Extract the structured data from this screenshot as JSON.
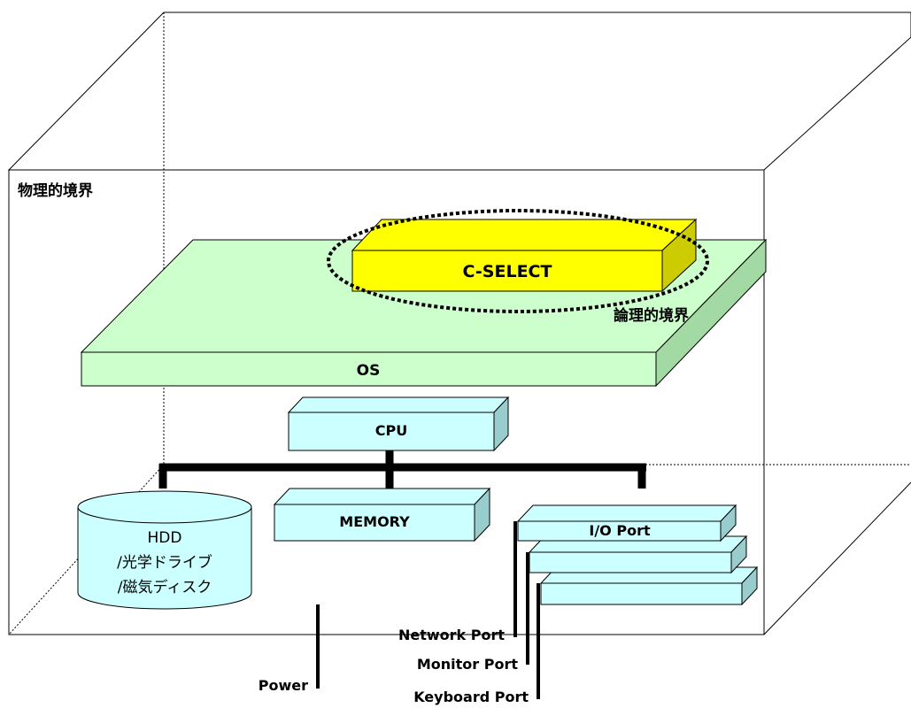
{
  "labels": {
    "physical_boundary": "物理的境界",
    "logical_boundary": "論理的境界",
    "cselect": "C-SELECT",
    "os": "OS",
    "cpu": "CPU",
    "memory": "MEMORY",
    "hdd_line1": "HDD",
    "hdd_line2": "/光学ドライブ",
    "hdd_line3": "/磁気ディスク",
    "io_port": "I/O Port",
    "network_port": "Network Port",
    "monitor_port": "Monitor Port",
    "keyboard_port": "Keyboard Port",
    "power": "Power"
  },
  "colors": {
    "os_fill": "#ccffcc",
    "os_side": "#a3d9a3",
    "cselect_fill": "#ffff00",
    "cselect_side": "#cccc00",
    "component_fill": "#ccffff",
    "component_side": "#99cccc",
    "line": "#000000"
  }
}
